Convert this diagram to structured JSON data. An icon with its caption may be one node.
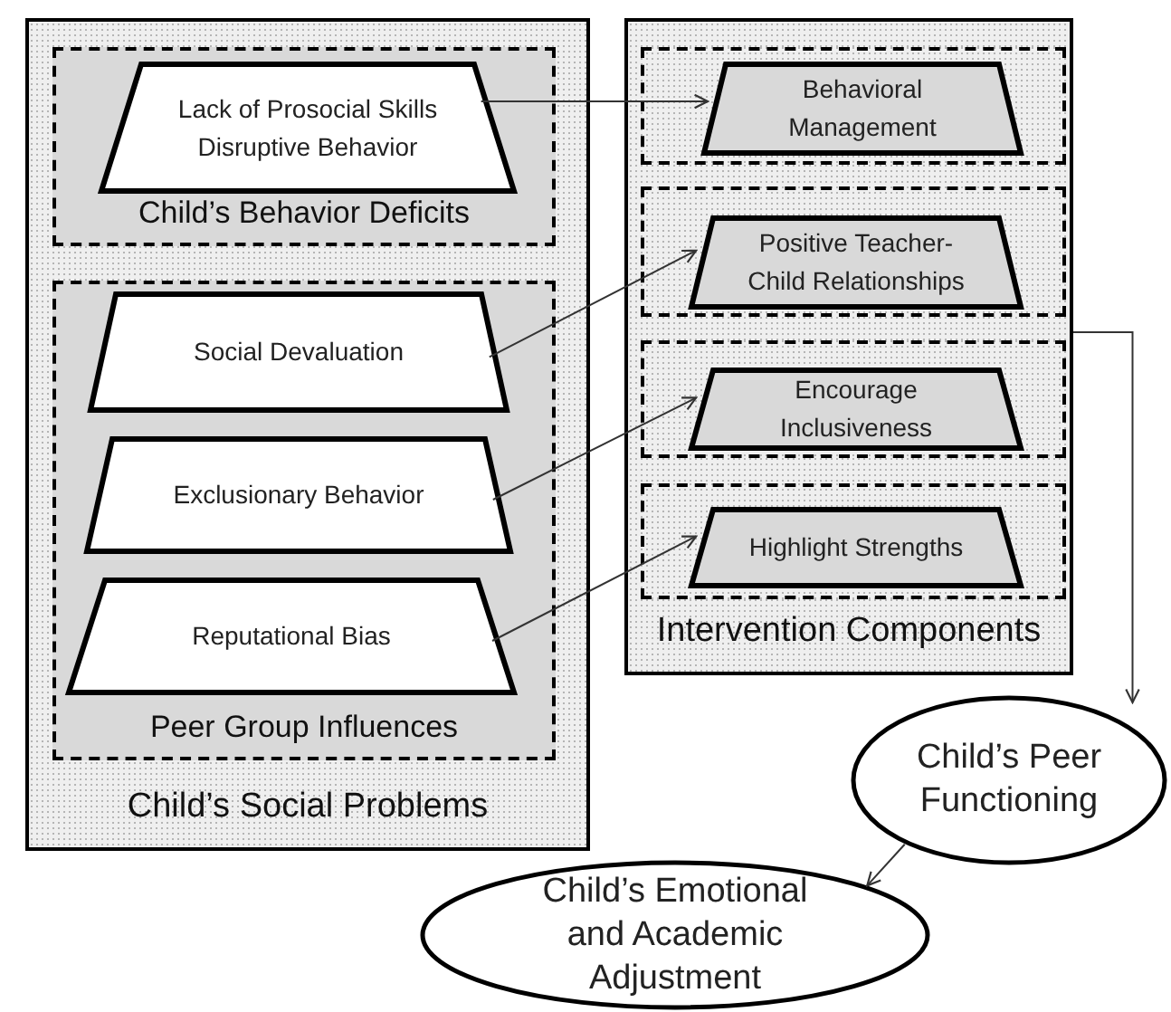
{
  "diagram": {
    "nodes": [
      {
        "text": [
          "Child’s Social Problems"
        ]
      },
      {
        "text": [
          "Child’s Behavior Deficits"
        ],
        "in": 0
      },
      {
        "text": [
          "Lack of Prosocial Skills Disruptive Behavior"
        ],
        "in": 1
      },
      {
        "text": [
          "Peer Group Influences"
        ],
        "in": 0
      },
      {
        "text": [
          "Social Devaluation"
        ],
        "in": 3
      },
      {
        "text": [
          "Exclusionary Behavior"
        ],
        "in": 3
      },
      {
        "text": [
          "Reputational Bias"
        ],
        "in": 3
      },
      {
        "text": [
          "Intervention Components"
        ]
      },
      {
        "text": [],
        "shape": "box",
        "in": 7
      },
      {
        "text": [
          "Behavioral Management"
        ],
        "in": 8
      },
      {
        "text": [],
        "shape": "box",
        "in": 7
      },
      {
        "text": [
          "Positive Teacher- Child Relationships"
        ],
        "in": 10
      },
      {
        "text": [],
        "shape": "box",
        "in": 7
      },
      {
        "text": [
          "Encourage Inclusiveness"
        ],
        "in": 12
      },
      {
        "text": [],
        "shape": "box",
        "in": 7
      },
      {
        "text": [
          "Highlight Strengths"
        ],
        "in": 14
      },
      {
        "text": [
          "Child’s Peer Functioning"
        ]
      },
      {
        "text": [
          "Child’s Emotional and Academic Adjustment"
        ]
      }
    ],
    "edges": [
      {
        "from": 2,
        "to": 9,
        "arrow": "to"
      },
      {
        "from": 4,
        "to": 11,
        "arrow": "to"
      },
      {
        "from": 5,
        "to": 13,
        "arrow": "to"
      },
      {
        "from": 6,
        "to": 15,
        "arrow": "to"
      },
      {
        "from": 7,
        "to": 16,
        "arrow": "to"
      },
      {
        "from": 16,
        "to": 17,
        "arrow": "to"
      }
    ]
  }
}
